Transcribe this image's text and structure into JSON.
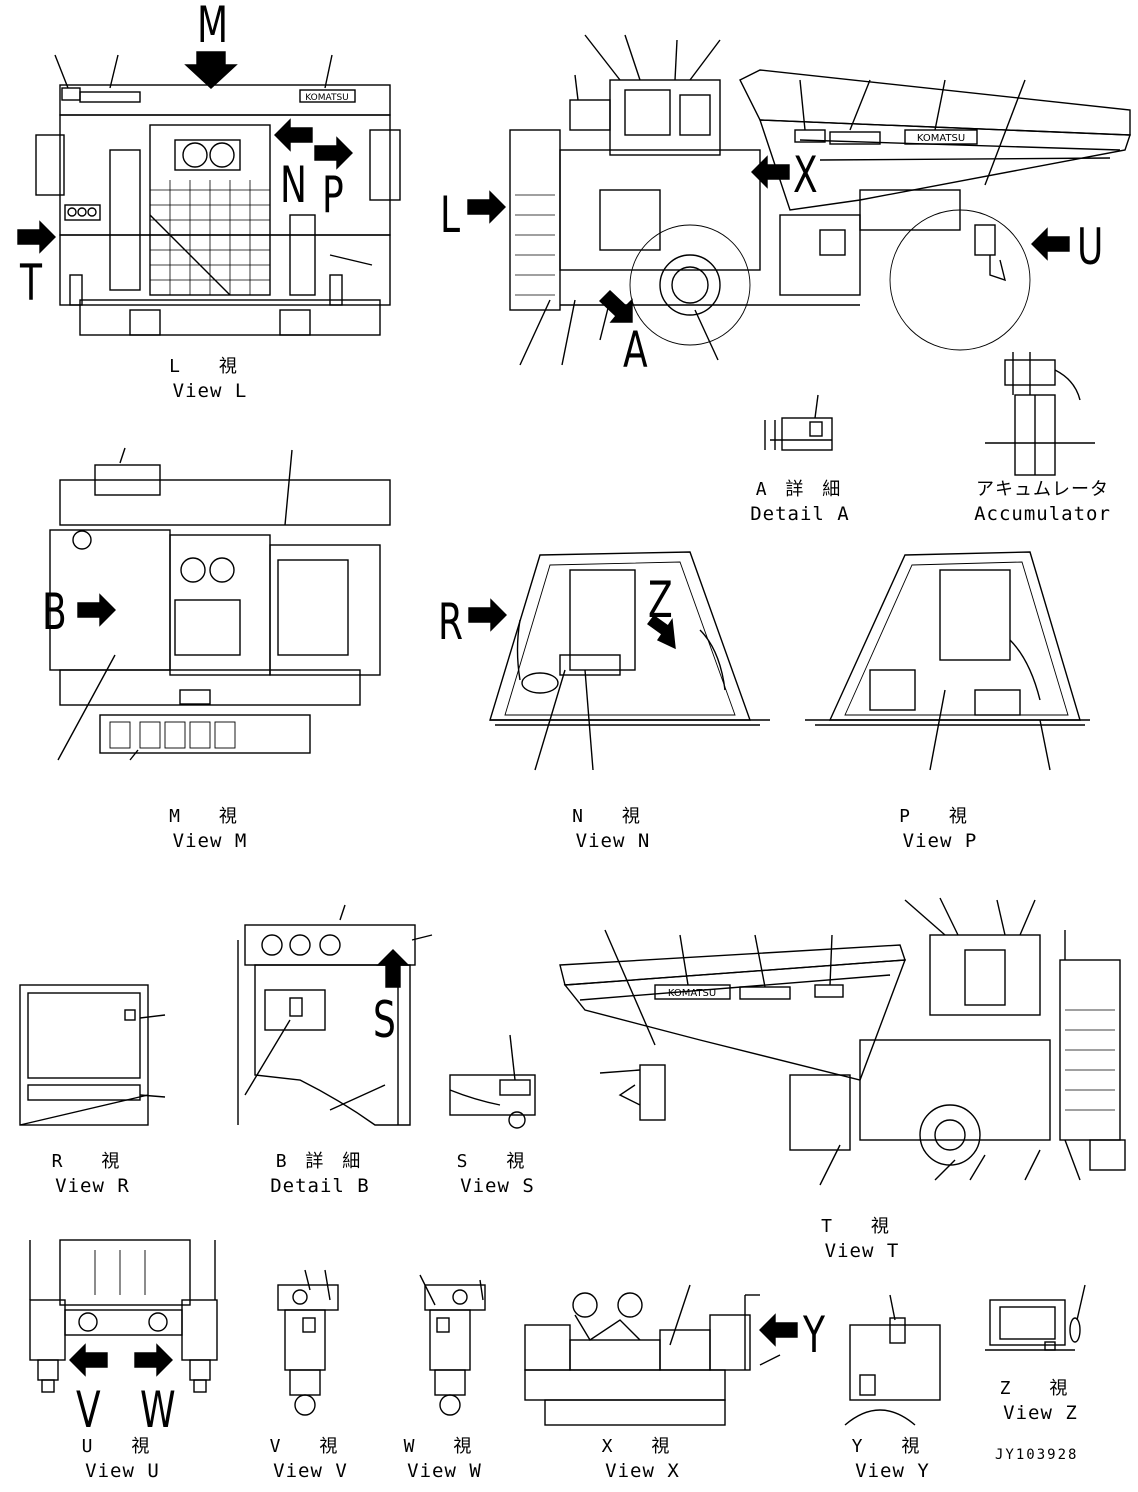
{
  "drawing_code": "JY103928",
  "brand_marking": "KOMATSU",
  "view_letters": [
    "M",
    "N",
    "P",
    "T",
    "L",
    "X",
    "U",
    "A",
    "B",
    "R",
    "Z",
    "S",
    "V",
    "W",
    "Y"
  ],
  "captions": {
    "view_l": {
      "jp": "L 視",
      "en": "View L"
    },
    "detail_a": {
      "jp": "A 詳 細",
      "en": "Detail A"
    },
    "accumulator": {
      "jp": "アキュムレータ",
      "en": "Accumulator"
    },
    "view_m": {
      "jp": "M 視",
      "en": "View M"
    },
    "view_n": {
      "jp": "N 視",
      "en": "View N"
    },
    "view_p": {
      "jp": "P 視",
      "en": "View P"
    },
    "view_r": {
      "jp": "R 視",
      "en": "View R"
    },
    "detail_b": {
      "jp": "B 詳 細",
      "en": "Detail B"
    },
    "view_s": {
      "jp": "S 視",
      "en": "View S"
    },
    "view_t": {
      "jp": "T 視",
      "en": "View T"
    },
    "view_u": {
      "jp": "U 視",
      "en": "View U"
    },
    "view_v": {
      "jp": "V 視",
      "en": "View V"
    },
    "view_w": {
      "jp": "W 視",
      "en": "View W"
    },
    "view_x": {
      "jp": "X 視",
      "en": "View X"
    },
    "view_y": {
      "jp": "Y 視",
      "en": "View Y"
    },
    "view_z": {
      "jp": "Z 視",
      "en": "View Z"
    }
  }
}
